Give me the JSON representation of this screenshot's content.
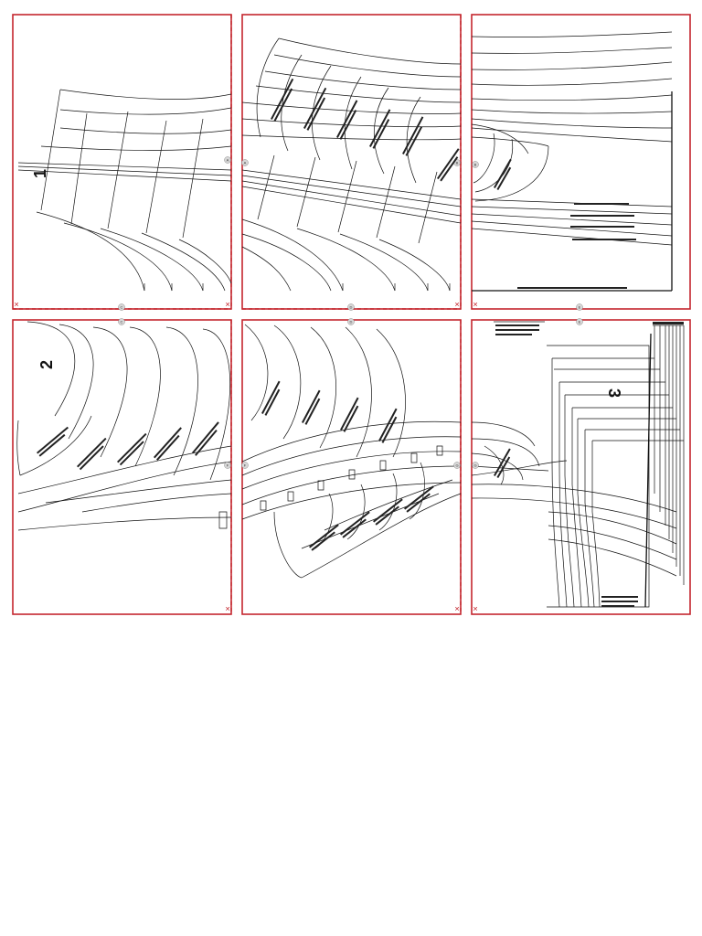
{
  "pieces": [
    {
      "number": "1",
      "name": "piece-1"
    },
    {
      "number": "2",
      "name": "piece-2"
    },
    {
      "number": "3",
      "name": "piece-3"
    }
  ],
  "tiles": [
    {
      "name": "tile-top-left"
    },
    {
      "name": "tile-top-middle"
    },
    {
      "name": "tile-top-right"
    },
    {
      "name": "tile-bottom-left"
    },
    {
      "name": "tile-bottom-middle"
    },
    {
      "name": "tile-bottom-right"
    }
  ],
  "markers": {
    "A": "A",
    "B": "B",
    "C": "C",
    "D": "D",
    "E": "E",
    "F": "F",
    "G": "G"
  },
  "crop_mark": "✕",
  "colors": {
    "tile_border": "#c4262e",
    "pattern_line": "#111111",
    "marker_fill": "#d8d8d8"
  }
}
